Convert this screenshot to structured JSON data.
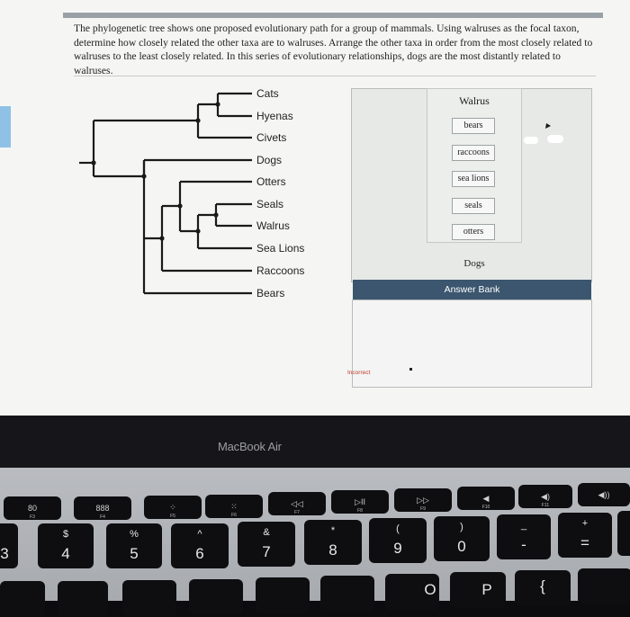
{
  "prompt": {
    "line1": "The phylogenetic tree shows one proposed evolutionary path for a group of mammals. Using walruses as the focal taxon,",
    "line2": "determine how closely related the other taxa are to walruses. Arrange the other taxa in order from the most closely related to",
    "line3": "walruses to the least closely related. In this series of evolutionary relationships, dogs are the most distantly related to walruses."
  },
  "tree": {
    "taxa": [
      "Cats",
      "Hyenas",
      "Civets",
      "Dogs",
      "Otters",
      "Seals",
      "Walrus",
      "Sea Lions",
      "Raccoons",
      "Bears"
    ]
  },
  "answer": {
    "top_label": "Walrus",
    "tiles": [
      "bears",
      "raccoons",
      "sea lions",
      "seals",
      "otters"
    ],
    "bottom_label": "Dogs",
    "bank_title": "Answer Bank",
    "status": "Incorrect"
  },
  "laptop": {
    "brand": "MacBook Air",
    "fkeys": [
      {
        "sym": "80",
        "fn": "F3"
      },
      {
        "sym": "888",
        "fn": "F4"
      },
      {
        "sym": "⁘",
        "fn": "F5"
      },
      {
        "sym": "⁙",
        "fn": "F6"
      },
      {
        "sym": "◁◁",
        "fn": "F7"
      },
      {
        "sym": "▷II",
        "fn": "F8"
      },
      {
        "sym": "▷▷",
        "fn": "F9"
      },
      {
        "sym": "◀",
        "fn": "F10"
      },
      {
        "sym": "◀)",
        "fn": "F11"
      },
      {
        "sym": "◀))",
        "fn": ""
      }
    ],
    "numkeys": [
      {
        "top": "#",
        "bottom": "3"
      },
      {
        "top": "$",
        "bottom": "4"
      },
      {
        "top": "%",
        "bottom": "5"
      },
      {
        "top": "^",
        "bottom": "6"
      },
      {
        "top": "&",
        "bottom": "7"
      },
      {
        "top": "*",
        "bottom": "8"
      },
      {
        "top": "(",
        "bottom": "9"
      },
      {
        "top": ")",
        "bottom": "0"
      },
      {
        "top": "_",
        "bottom": "-"
      },
      {
        "top": "+",
        "bottom": "="
      }
    ],
    "letter_row": [
      {
        "label": "O"
      },
      {
        "label": "P"
      },
      {
        "label": "{"
      }
    ]
  }
}
